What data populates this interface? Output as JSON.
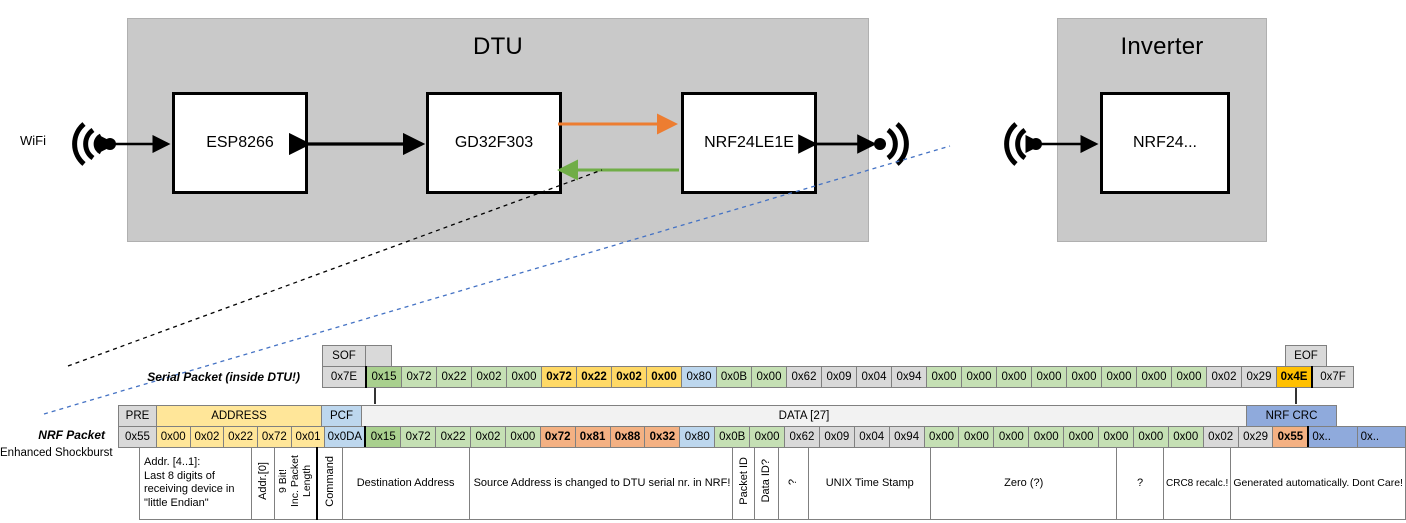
{
  "diagram": {
    "dtu": {
      "title": "DTU",
      "chips": [
        {
          "name": "ESP8266"
        },
        {
          "name": "GD32F303"
        },
        {
          "name": "NRF24LE1E"
        }
      ],
      "wifi_label": "WiFi",
      "arrow_orange_note": "orange-arrow-gd32-to-nrf",
      "arrow_green_note": "green-arrow-nrf-to-gd32"
    },
    "inverter": {
      "title": "Inverter",
      "chips": [
        {
          "name": "NRF24..."
        }
      ]
    },
    "colors": {
      "container_fill": "#c9c9c9",
      "arrow_tx": "#ed7d31",
      "arrow_rx": "#70ad47",
      "callout_serial": "#000000",
      "callout_nrf": "#4472c4"
    }
  },
  "serial_packet": {
    "label": "Serial Packet (inside DTU!)",
    "header": {
      "sof": "SOF",
      "eof": "EOF"
    },
    "sof_value": "0x7E",
    "eof_value": "0x7F",
    "cells": [
      {
        "v": "0x15",
        "c": "c-darkgreen"
      },
      {
        "v": "0x72",
        "c": "c-green"
      },
      {
        "v": "0x22",
        "c": "c-green"
      },
      {
        "v": "0x02",
        "c": "c-green"
      },
      {
        "v": "0x00",
        "c": "c-green"
      },
      {
        "v": "0x72",
        "c": "c-yellow"
      },
      {
        "v": "0x22",
        "c": "c-yellow"
      },
      {
        "v": "0x02",
        "c": "c-yellow"
      },
      {
        "v": "0x00",
        "c": "c-yellow"
      },
      {
        "v": "0x80",
        "c": "c-blue"
      },
      {
        "v": "0x0B",
        "c": "c-green"
      },
      {
        "v": "0x00",
        "c": "c-green"
      },
      {
        "v": "0x62",
        "c": "c-grey"
      },
      {
        "v": "0x09",
        "c": "c-grey"
      },
      {
        "v": "0x04",
        "c": "c-grey"
      },
      {
        "v": "0x94",
        "c": "c-grey"
      },
      {
        "v": "0x00",
        "c": "c-green"
      },
      {
        "v": "0x00",
        "c": "c-green"
      },
      {
        "v": "0x00",
        "c": "c-green"
      },
      {
        "v": "0x00",
        "c": "c-green"
      },
      {
        "v": "0x00",
        "c": "c-green"
      },
      {
        "v": "0x00",
        "c": "c-green"
      },
      {
        "v": "0x00",
        "c": "c-green"
      },
      {
        "v": "0x00",
        "c": "c-green"
      },
      {
        "v": "0x02",
        "c": "c-grey"
      },
      {
        "v": "0x29",
        "c": "c-grey"
      },
      {
        "v": "0x4E",
        "c": "c-amber"
      }
    ]
  },
  "nrf_packet": {
    "label": "NRF Packet",
    "sublabel": "Enhanced Shockburst",
    "headers": {
      "pre": "PRE",
      "address": "ADDRESS",
      "pcf": "PCF",
      "data": "DATA [27]",
      "crc": "NRF CRC"
    },
    "pre_value": "0x55",
    "address_values": [
      "0x00",
      "0x02",
      "0x22",
      "0x72",
      "0x01"
    ],
    "pcf_value": "0x0DA",
    "cells": [
      {
        "v": "0x15",
        "c": "c-darkgreen"
      },
      {
        "v": "0x72",
        "c": "c-green"
      },
      {
        "v": "0x22",
        "c": "c-green"
      },
      {
        "v": "0x02",
        "c": "c-green"
      },
      {
        "v": "0x00",
        "c": "c-green"
      },
      {
        "v": "0x72",
        "c": "c-salmon"
      },
      {
        "v": "0x81",
        "c": "c-salmon"
      },
      {
        "v": "0x88",
        "c": "c-salmon"
      },
      {
        "v": "0x32",
        "c": "c-salmon"
      },
      {
        "v": "0x80",
        "c": "c-blue"
      },
      {
        "v": "0x0B",
        "c": "c-green"
      },
      {
        "v": "0x00",
        "c": "c-green"
      },
      {
        "v": "0x62",
        "c": "c-grey"
      },
      {
        "v": "0x09",
        "c": "c-grey"
      },
      {
        "v": "0x04",
        "c": "c-grey"
      },
      {
        "v": "0x94",
        "c": "c-grey"
      },
      {
        "v": "0x00",
        "c": "c-green"
      },
      {
        "v": "0x00",
        "c": "c-green"
      },
      {
        "v": "0x00",
        "c": "c-green"
      },
      {
        "v": "0x00",
        "c": "c-green"
      },
      {
        "v": "0x00",
        "c": "c-green"
      },
      {
        "v": "0x00",
        "c": "c-green"
      },
      {
        "v": "0x00",
        "c": "c-green"
      },
      {
        "v": "0x00",
        "c": "c-green"
      },
      {
        "v": "0x02",
        "c": "c-grey"
      },
      {
        "v": "0x29",
        "c": "c-grey"
      },
      {
        "v": "0x55",
        "c": "c-salmon"
      }
    ],
    "crc_values": [
      "0x..",
      "0x.."
    ]
  },
  "descriptions": {
    "address_block": "Addr. [4..1]:\nLast 8 digits of receiving device in \"little Endian\"",
    "addr0": "Addr.[0]",
    "pcf_desc": "9 Bit!\nInc. Packet Length",
    "command": "Command",
    "destination": "Destination Address",
    "source": "Source Address is changed to DTU serial nr. in NRF!",
    "packet_id": "Packet ID",
    "data_id": "Data ID?",
    "unknown1": "?",
    "unix": "UNIX Time Stamp",
    "zero": "Zero (?)",
    "unknown2": "?",
    "crc8": "CRC8 recalc.!",
    "crc_auto": "Generated automatically. Dont Care!"
  }
}
